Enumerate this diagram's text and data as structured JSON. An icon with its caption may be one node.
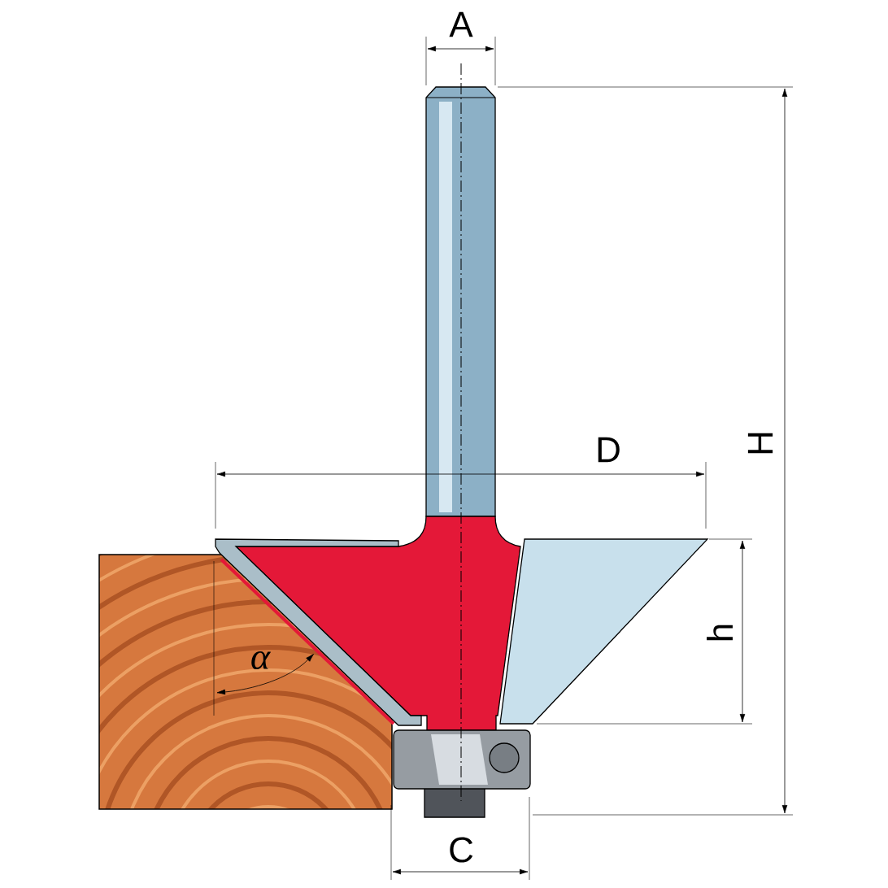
{
  "diagram": {
    "labels": [
      "A",
      "D",
      "H",
      "h",
      "C",
      "α"
    ]
  }
}
